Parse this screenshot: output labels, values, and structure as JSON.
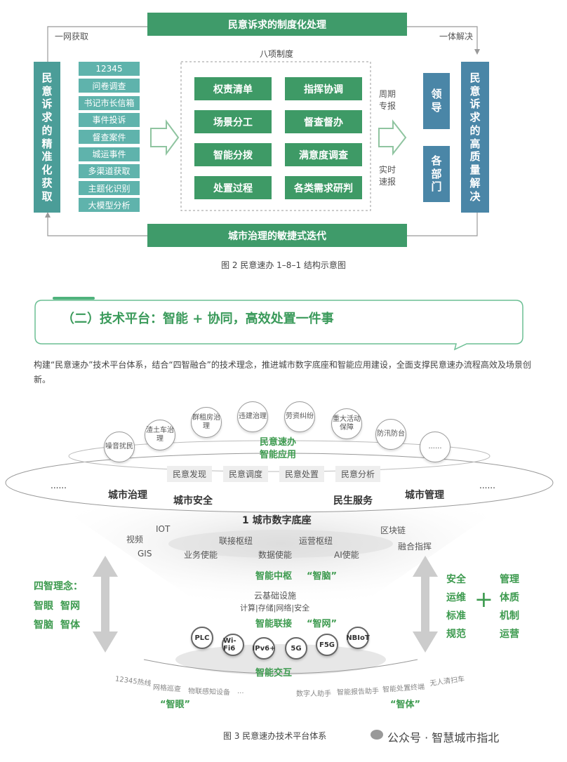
{
  "fig2": {
    "top_bar": "民意诉求的制度化处理",
    "bottom_bar": "城市治理的敏捷式迭代",
    "left_label": "一网获取",
    "right_label": "一体解决",
    "left_box": "民意诉求的精准化获取",
    "right_box": "民意诉求的高质量解决",
    "center_title": "八项制度",
    "sources": [
      "12345",
      "问卷调查",
      "书记市长信箱",
      "事件投诉",
      "督查案件",
      "城运事件",
      "多渠道获取",
      "主题化识别",
      "大模型分析"
    ],
    "systems": [
      "权责清单",
      "指挥协调",
      "场景分工",
      "督查督办",
      "智能分拨",
      "满意度调查",
      "处置过程",
      "各类需求研判"
    ],
    "periodic": "周期专报",
    "realtime": "实时速报",
    "leader": "领导",
    "depts": "各部门",
    "caption": "图 2 民意速办 1–8–1 结构示意图"
  },
  "section": {
    "heading": "（二）技术平台：智能 + 协同，高效处置一件事",
    "para": "构建“民意速办”技术平台体系，结合“四智融合”的技术理念，推进城市数字底座和智能应用建设，全面支撑民意速办流程高效及场景创新。"
  },
  "fig3": {
    "bubbles": [
      "噪音扰民",
      "渣土车治理",
      "群租房治理",
      "违建治理",
      "劳资纠纷",
      "重大活动保障",
      "防汛防台",
      "......"
    ],
    "app_title": "民意速办\n智能应用",
    "functions": [
      "民意发现",
      "民意调度",
      "民意处置",
      "民意分析"
    ],
    "ring_labels": [
      "城市治理",
      "城市安全",
      "民生服务",
      "城市管理"
    ],
    "dots_left": "......",
    "dots_right": "......",
    "base_title": "1 城市数字底座",
    "tech_left": [
      "IOT",
      "视频",
      "GIS"
    ],
    "tech_right": [
      "区块链",
      "融合指挥"
    ],
    "hubs": [
      "联接枢纽",
      "运营枢纽"
    ],
    "enable": [
      "业务使能",
      "数据使能",
      "AI使能"
    ],
    "brain": "智能中枢",
    "brain_q": "“智脑”",
    "cloud": "云基础设施",
    "cloud_sub": "计算|存储|网络|安全",
    "net": "智能联接",
    "net_q": "“智网”",
    "protocols": [
      "PLC",
      "Wi-Fi6",
      "IPv6+",
      "5G",
      "F5G",
      "NBIoT"
    ],
    "interact": "智能交互",
    "eye": "“智眼”",
    "body": "“智体”",
    "devices": [
      "12345热线",
      "网格巡查",
      "物联感知设备",
      "...",
      "数字人助手",
      "智能报告助手",
      "智能处置终端",
      "无人清扫车"
    ],
    "four_title": "四智理念：",
    "four": [
      "智眼",
      "智网",
      "智脑",
      "智体"
    ],
    "right_a": [
      "安全",
      "运维",
      "标准",
      "规范"
    ],
    "right_b": [
      "管理",
      "体质",
      "机制",
      "运营"
    ],
    "caption": "图 3 民意速办技术平台体系",
    "watermark": "公众号 · 智慧城市指北"
  },
  "colors": {
    "green": "#3f9b6a",
    "teal": "#4b9d98",
    "blue": "#4a86a7"
  }
}
